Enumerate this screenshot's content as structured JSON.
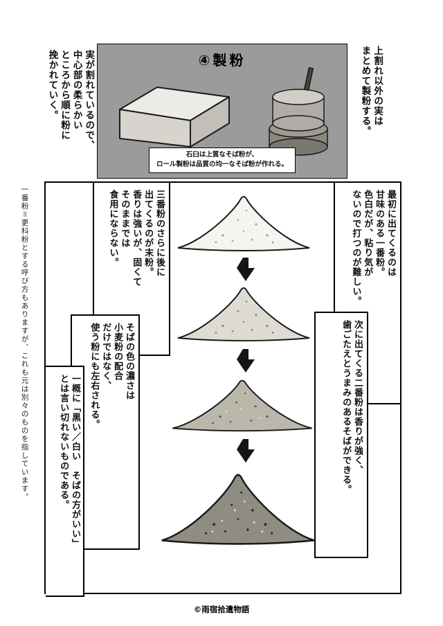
{
  "page": {
    "credit": "©雨宿拾遺物語"
  },
  "top": {
    "left_note": "実が割れているので、\n中心部の柔らかい\nところから順に粉に\n挽かれていく。",
    "right_note": "上割れ以外の実は\nまとめて製粉する。",
    "panel_title": "④製粉",
    "caption": "石臼は上質なそば粉が、\nロール製粉は品質の均一なそば粉が作れる。"
  },
  "main": {
    "note_first": "最初に出てくるのは\n甘味のある一番粉。\n色白だが、粘り気が\nないので打つのが難しい。",
    "note_second": "次に出てくる二番粉は香りが強く、\n歯ごたえとうまみのあるそばができる。",
    "note_last": "三番粉のさらに後に\n出てくるのが末粉。\n香りは強いが、固くて\nそのままでは\n食用にならない。",
    "note_color": "そばの色の濃さは\n小麦粉の配合\nだけではなく、\n使う粉にも左右される。",
    "note_conclusion": "一概に「黒い／白い　そばの方がいい」\nとは言い切れないものである。",
    "piles": [
      {
        "color": "#f5f4ef"
      },
      {
        "color": "#dedbd2"
      },
      {
        "color": "#bab7ab"
      },
      {
        "color": "#8f8c81"
      }
    ],
    "arrow_icon": "↓"
  },
  "margin_note": "一番粉＝更科粉とする呼び方もありますが、これも元は別々のものを指しています。"
}
